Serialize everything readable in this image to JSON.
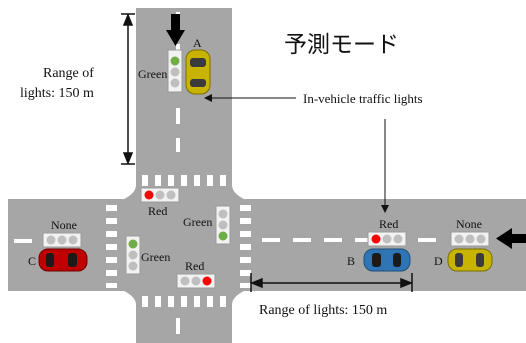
{
  "title": "予測モード",
  "annotation": "In-vehicle traffic lights",
  "range_vertical": [
    "Range of",
    "lights: 150 m"
  ],
  "range_horizontal": "Range of lights: 150 m",
  "vehicles": {
    "a": "A",
    "b": "B",
    "c": "C",
    "d": "D"
  },
  "signals": {
    "car_a": "Green",
    "north_approach": "Red",
    "east_approach": "Green",
    "west_approach": "Green",
    "south_approach": "Red",
    "car_b": "Red",
    "car_c": "None",
    "car_d": "None"
  },
  "colors": {
    "road": "#a6a6a6",
    "red_light": "#ff0000",
    "green_light": "#70ad47",
    "off_light": "#bfbfbf",
    "car_a": "#c8b400",
    "car_b": "#2e75b6",
    "car_c": "#c00000",
    "car_d": "#c8b400"
  }
}
